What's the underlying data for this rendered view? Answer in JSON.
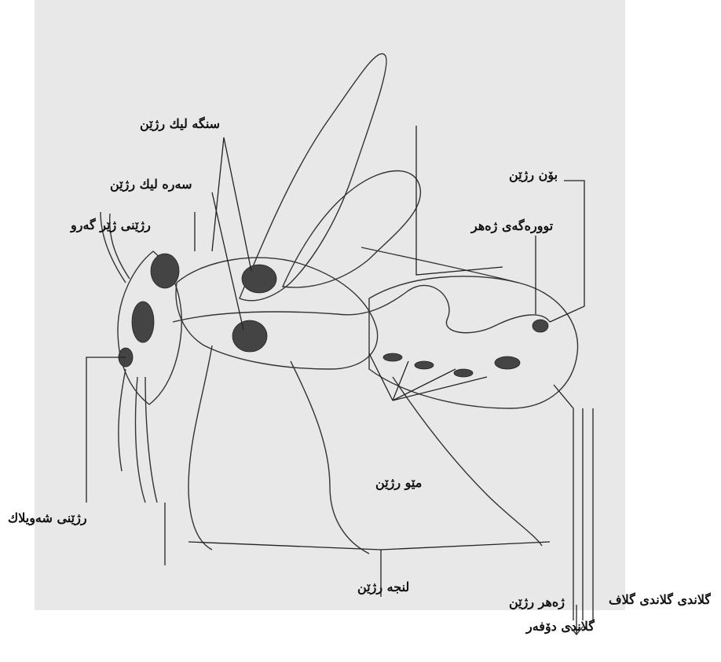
{
  "labels": {
    "honey_glands": "سنگە لیك رژێن",
    "head_glands": "سەرە لیك رژێن",
    "sublingual_gland": "رژێنی ژێر گەرو",
    "mandible_gland": "رژێنی شەویلاك",
    "smell_gland": "بۆن رژێن",
    "venom_sac": "توورەگەی ژەهر",
    "wax_glands": "مێو رژێن",
    "foot_glands": "لنجە رژێن",
    "venom_gland": "ژەهر رژێن",
    "dufour_gland": "گلاندی دۆفەر",
    "cut_label": "گلاندی گلاندی گلاف"
  },
  "colors": {
    "background_panel": "#e8e8e8",
    "line": "#222222",
    "text": "#111111"
  }
}
